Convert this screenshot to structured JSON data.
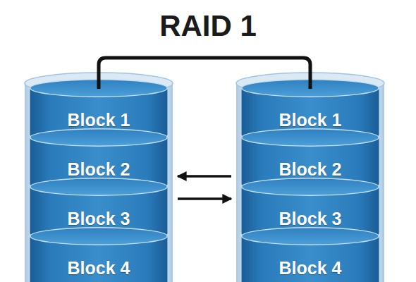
{
  "diagram": {
    "title": "RAID 1",
    "nodes": [
      {
        "text": [
          "Block 1"
        ]
      },
      {
        "text": [
          "Block 2"
        ]
      },
      {
        "text": [
          "Block 3"
        ]
      },
      {
        "text": [
          "Block 4"
        ]
      },
      {
        "text": [
          "Block 1"
        ]
      },
      {
        "text": [
          "Block 2"
        ]
      },
      {
        "text": [
          "Block 3"
        ]
      },
      {
        "text": [
          "Block 4"
        ]
      }
    ],
    "edges": [
      {
        "from": 0,
        "to": 4,
        "arrow": "none"
      },
      {
        "from": 5,
        "to": 1,
        "arrow": "to"
      },
      {
        "from": 1,
        "to": 5,
        "arrow": "to"
      }
    ]
  }
}
